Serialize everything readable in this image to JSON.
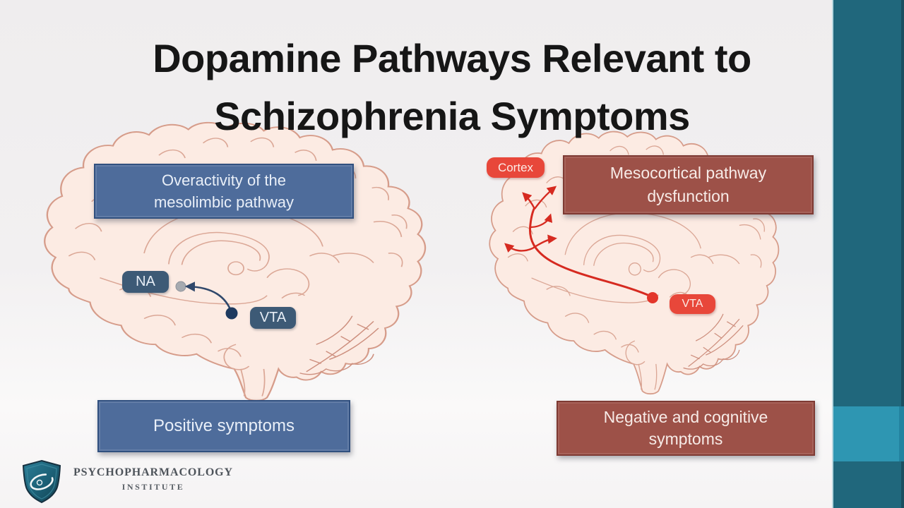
{
  "slide": {
    "title_line1": "Dopamine Pathways Relevant to",
    "title_line2": "Schizophrenia Symptoms"
  },
  "left_diagram": {
    "caption_box": {
      "line1": "Overactivity of the",
      "line2": "mesolimbic pathway"
    },
    "labels": {
      "na": "NA",
      "vta": "VTA"
    },
    "symptom_box": "Positive symptoms"
  },
  "right_diagram": {
    "caption_box": {
      "line1": "Mesocortical pathway",
      "line2": "dysfunction"
    },
    "labels": {
      "cortex": "Cortex",
      "vta": "VTA"
    },
    "symptom_box": {
      "line1": "Negative and cognitive",
      "line2": "symptoms"
    }
  },
  "footer": {
    "organization": "PSYCHOPHARMACOLOGY",
    "organization_sub": "INSTITUTE"
  },
  "colors": {
    "mesolimbic_blue": "#4e6c9b",
    "mesolimbic_blue_border": "#31507f",
    "navy_label_pill": "#3d5a76",
    "mesocortical_red_brown": "#9d5148",
    "mesocortical_border": "#7e3a33",
    "bright_red_pill": "#e8473a",
    "pathway_red": "#d62a20",
    "pathway_navy": "#30486b",
    "sidebar_teal": "#20677c",
    "sidebar_teal_light": "#2e96b2",
    "brain_outline": "#d69c8a",
    "brain_fill": "#fcebe3"
  }
}
